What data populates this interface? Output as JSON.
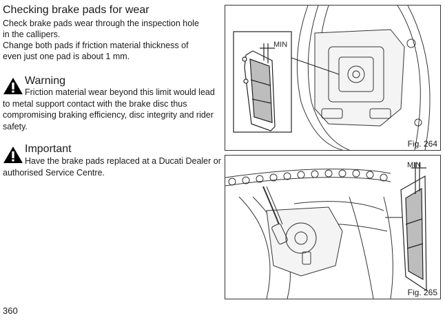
{
  "section": {
    "title": "Checking brake pads for wear",
    "lines": [
      "Check brake pads wear through the inspection hole",
      "in the callipers.",
      "Change both pads if friction material thickness of",
      "even just one pad is about 1 mm."
    ]
  },
  "warning": {
    "title": "Warning",
    "text": "Friction material wear beyond this limit would lead to metal support contact with the brake disc thus compromising braking efficiency, disc integrity and rider safety.",
    "icon": "warning-triangle-icon"
  },
  "important": {
    "title": "Important",
    "text": "Have the brake pads replaced at a Ducati Dealer or authorised Service Centre.",
    "icon": "warning-triangle-icon"
  },
  "figures": {
    "fig264": {
      "label": "Fig. 264",
      "callout": "MIN"
    },
    "fig265": {
      "label": "Fig. 265",
      "callout": "MIN"
    }
  },
  "page_number": "360"
}
